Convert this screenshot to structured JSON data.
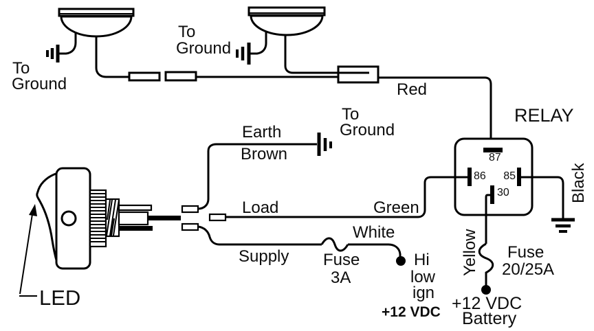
{
  "labels": {
    "relay": "RELAY",
    "red": "Red",
    "earth": "Earth",
    "brown": "Brown",
    "load": "Load",
    "green": "Green",
    "white": "White",
    "supply": "Supply",
    "black": "Black",
    "yellow": "Yellow",
    "led": "LED"
  },
  "ground_labels": [
    {
      "line1": "To",
      "line2": "Ground"
    },
    {
      "line1": "To",
      "line2": "Ground"
    },
    {
      "line1": "To",
      "line2": "Ground"
    }
  ],
  "relay_pins": {
    "pin87": "87",
    "pin86": "86",
    "pin85": "85",
    "pin30": "30"
  },
  "fuses": {
    "switch_fuse": {
      "line1": "Fuse",
      "line2": "3A"
    },
    "battery_fuse": {
      "line1": "Fuse",
      "line2": "20/25A"
    }
  },
  "power_sources": {
    "ignition": {
      "line1": "Hi",
      "line2": "low",
      "line3": "ign",
      "voltage": "+12 VDC"
    },
    "battery": {
      "line1": "+12 VDC",
      "line2": "Battery"
    }
  },
  "colors": {
    "ink": "#000000",
    "background": "#ffffff"
  }
}
